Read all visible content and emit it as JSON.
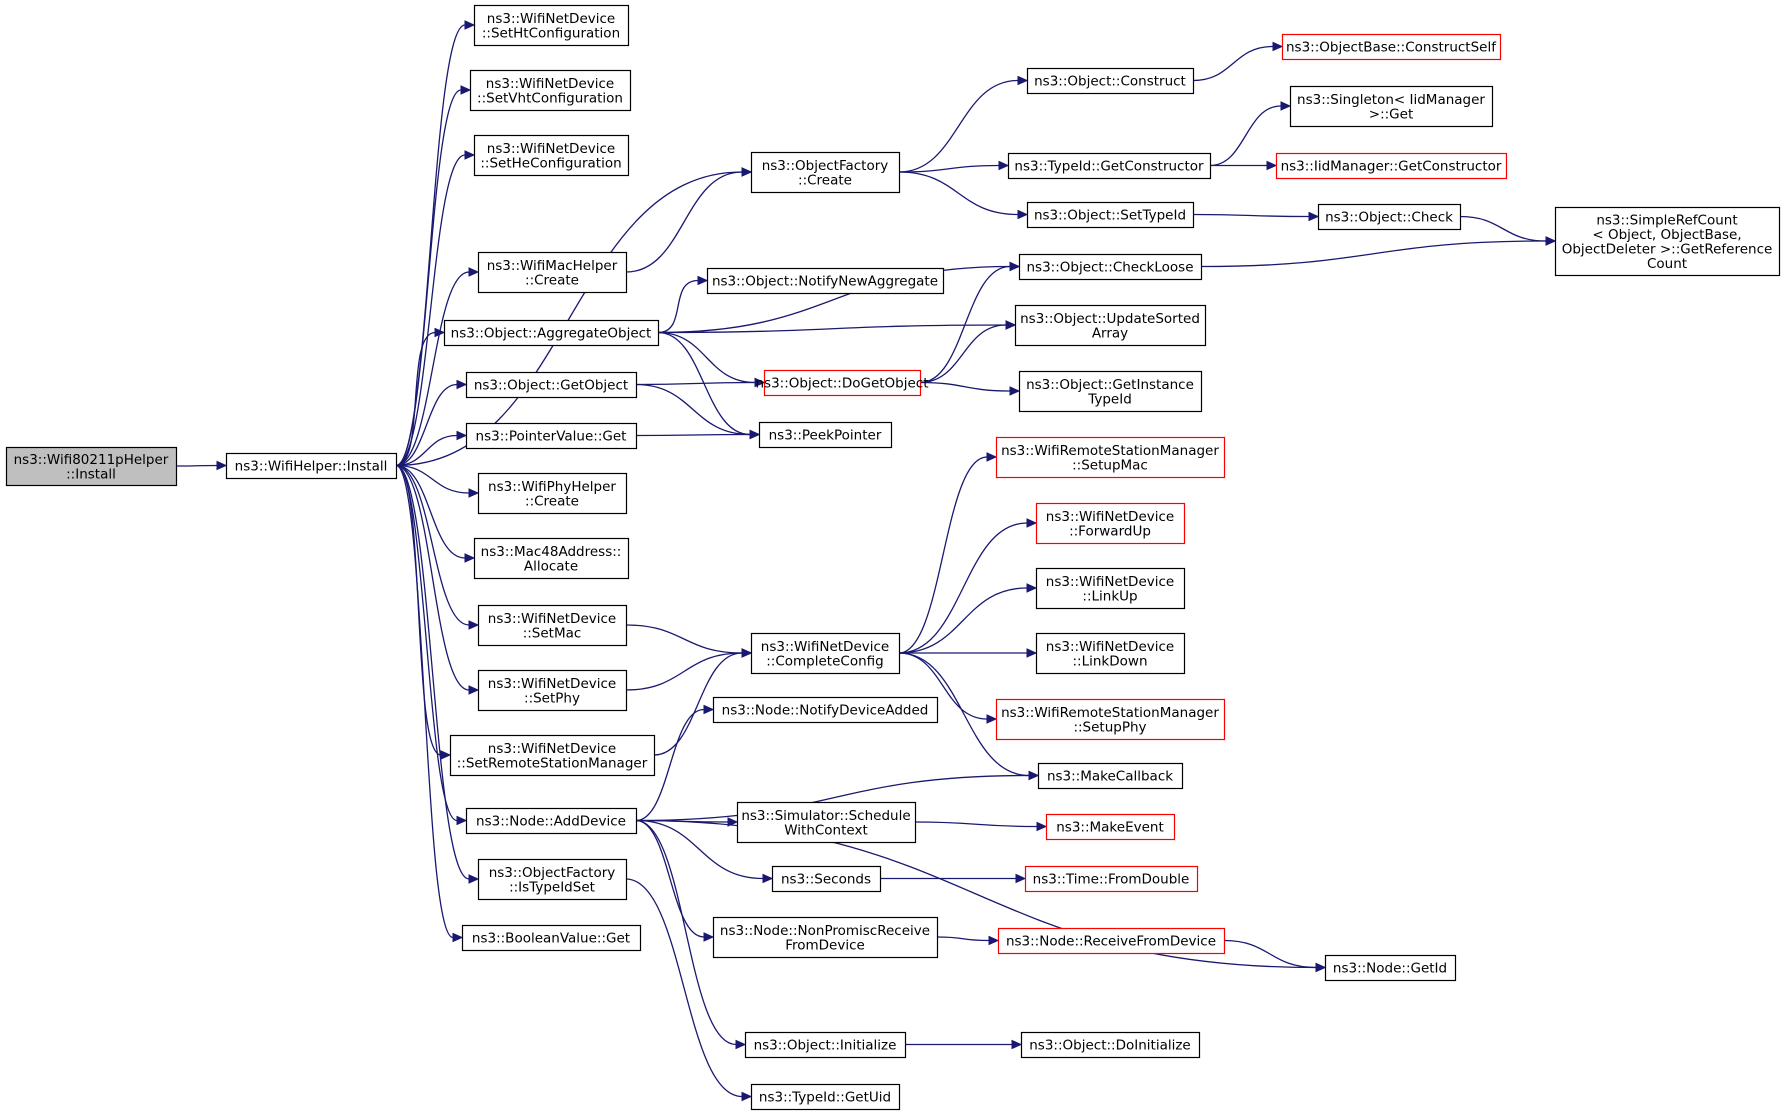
{
  "colors": {
    "edge": "#191970",
    "node_border": "#000000",
    "node_border_truncated": "#ff0000",
    "node_fill": "#ffffff",
    "root_fill": "#bfbfbf"
  },
  "nodes": [
    {
      "id": "root",
      "lines": [
        "ns3::Wifi80211pHelper",
        "::Install"
      ],
      "style": "root"
    },
    {
      "id": "wh_install",
      "lines": [
        "ns3::WifiHelper::Install"
      ],
      "style": "normal"
    },
    {
      "id": "setht",
      "lines": [
        "ns3::WifiNetDevice",
        "::SetHtConfiguration"
      ],
      "style": "normal"
    },
    {
      "id": "setvht",
      "lines": [
        "ns3::WifiNetDevice",
        "::SetVhtConfiguration"
      ],
      "style": "normal"
    },
    {
      "id": "sethe",
      "lines": [
        "ns3::WifiNetDevice",
        "::SetHeConfiguration"
      ],
      "style": "normal"
    },
    {
      "id": "wifimac_create",
      "lines": [
        "ns3::WifiMacHelper",
        "::Create"
      ],
      "style": "normal"
    },
    {
      "id": "aggregate",
      "lines": [
        "ns3::Object::AggregateObject"
      ],
      "style": "normal"
    },
    {
      "id": "getobject",
      "lines": [
        "ns3::Object::GetObject"
      ],
      "style": "normal"
    },
    {
      "id": "pointer_get",
      "lines": [
        "ns3::PointerValue::Get"
      ],
      "style": "normal"
    },
    {
      "id": "phy_create",
      "lines": [
        "ns3::WifiPhyHelper",
        "::Create"
      ],
      "style": "normal"
    },
    {
      "id": "mac48",
      "lines": [
        "ns3::Mac48Address::",
        "Allocate"
      ],
      "style": "normal"
    },
    {
      "id": "setmac",
      "lines": [
        "ns3::WifiNetDevice",
        "::SetMac"
      ],
      "style": "normal"
    },
    {
      "id": "setphy",
      "lines": [
        "ns3::WifiNetDevice",
        "::SetPhy"
      ],
      "style": "normal"
    },
    {
      "id": "setrsm",
      "lines": [
        "ns3::WifiNetDevice",
        "::SetRemoteStationManager"
      ],
      "style": "normal"
    },
    {
      "id": "adddevice",
      "lines": [
        "ns3::Node::AddDevice"
      ],
      "style": "normal"
    },
    {
      "id": "istypeidset",
      "lines": [
        "ns3::ObjectFactory",
        "::IsTypeIdSet"
      ],
      "style": "normal"
    },
    {
      "id": "boolget",
      "lines": [
        "ns3::BooleanValue::Get"
      ],
      "style": "normal"
    },
    {
      "id": "of_create",
      "lines": [
        "ns3::ObjectFactory",
        "::Create"
      ],
      "style": "normal"
    },
    {
      "id": "notifyagg",
      "lines": [
        "ns3::Object::NotifyNewAggregate"
      ],
      "style": "normal"
    },
    {
      "id": "dogetobject",
      "lines": [
        "ns3::Object::DoGetObject"
      ],
      "style": "truncated"
    },
    {
      "id": "peekpointer",
      "lines": [
        "ns3::PeekPointer"
      ],
      "style": "normal"
    },
    {
      "id": "completeconfig",
      "lines": [
        "ns3::WifiNetDevice",
        "::CompleteConfig"
      ],
      "style": "normal"
    },
    {
      "id": "notifydevadded",
      "lines": [
        "ns3::Node::NotifyDeviceAdded"
      ],
      "style": "normal"
    },
    {
      "id": "schedwctx",
      "lines": [
        "ns3::Simulator::Schedule",
        "WithContext"
      ],
      "style": "normal"
    },
    {
      "id": "seconds",
      "lines": [
        "ns3::Seconds"
      ],
      "style": "normal"
    },
    {
      "id": "nonpromisc",
      "lines": [
        "ns3::Node::NonPromiscReceive",
        "FromDevice"
      ],
      "style": "normal"
    },
    {
      "id": "obj_init",
      "lines": [
        "ns3::Object::Initialize"
      ],
      "style": "normal"
    },
    {
      "id": "getuid",
      "lines": [
        "ns3::TypeId::GetUid"
      ],
      "style": "normal"
    },
    {
      "id": "construct",
      "lines": [
        "ns3::Object::Construct"
      ],
      "style": "normal"
    },
    {
      "id": "getconstructor",
      "lines": [
        "ns3::TypeId::GetConstructor"
      ],
      "style": "normal"
    },
    {
      "id": "settypeid",
      "lines": [
        "ns3::Object::SetTypeId"
      ],
      "style": "normal"
    },
    {
      "id": "checkloose",
      "lines": [
        "ns3::Object::CheckLoose"
      ],
      "style": "normal"
    },
    {
      "id": "updatesorted",
      "lines": [
        "ns3::Object::UpdateSorted",
        "Array"
      ],
      "style": "normal"
    },
    {
      "id": "getinstancetid",
      "lines": [
        "ns3::Object::GetInstance",
        "TypeId"
      ],
      "style": "normal"
    },
    {
      "id": "rsm_setupmac",
      "lines": [
        "ns3::WifiRemoteStationManager",
        "::SetupMac"
      ],
      "style": "truncated"
    },
    {
      "id": "forwardup",
      "lines": [
        "ns3::WifiNetDevice",
        "::ForwardUp"
      ],
      "style": "truncated"
    },
    {
      "id": "linkup",
      "lines": [
        "ns3::WifiNetDevice",
        "::LinkUp"
      ],
      "style": "normal"
    },
    {
      "id": "linkdown",
      "lines": [
        "ns3::WifiNetDevice",
        "::LinkDown"
      ],
      "style": "normal"
    },
    {
      "id": "rsm_setupphy",
      "lines": [
        "ns3::WifiRemoteStationManager",
        "::SetupPhy"
      ],
      "style": "truncated"
    },
    {
      "id": "makecallback",
      "lines": [
        "ns3::MakeCallback"
      ],
      "style": "normal"
    },
    {
      "id": "makeevent",
      "lines": [
        "ns3::MakeEvent"
      ],
      "style": "truncated"
    },
    {
      "id": "fromdouble",
      "lines": [
        "ns3::Time::FromDouble"
      ],
      "style": "truncated"
    },
    {
      "id": "receivefromdev",
      "lines": [
        "ns3::Node::ReceiveFromDevice"
      ],
      "style": "truncated"
    },
    {
      "id": "doinitialize",
      "lines": [
        "ns3::Object::DoInitialize"
      ],
      "style": "normal"
    },
    {
      "id": "constructself",
      "lines": [
        "ns3::ObjectBase::ConstructSelf"
      ],
      "style": "truncated"
    },
    {
      "id": "singleton_get",
      "lines": [
        "ns3::Singleton< IidManager",
        ">::Get"
      ],
      "style": "normal"
    },
    {
      "id": "iid_getctor",
      "lines": [
        "ns3::IidManager::GetConstructor"
      ],
      "style": "truncated"
    },
    {
      "id": "obj_check",
      "lines": [
        "ns3::Object::Check"
      ],
      "style": "normal"
    },
    {
      "id": "getid",
      "lines": [
        "ns3::Node::GetId"
      ],
      "style": "normal"
    },
    {
      "id": "getrefcount",
      "lines": [
        "ns3::SimpleRefCount",
        "< Object, ObjectBase,",
        "ObjectDeleter >::GetReference",
        "Count"
      ],
      "style": "normal"
    }
  ],
  "edges": [
    [
      "root",
      "wh_install"
    ],
    [
      "wh_install",
      "setht"
    ],
    [
      "wh_install",
      "setvht"
    ],
    [
      "wh_install",
      "sethe"
    ],
    [
      "wh_install",
      "of_create"
    ],
    [
      "wh_install",
      "wifimac_create"
    ],
    [
      "wh_install",
      "aggregate"
    ],
    [
      "wh_install",
      "getobject"
    ],
    [
      "wh_install",
      "pointer_get"
    ],
    [
      "wh_install",
      "phy_create"
    ],
    [
      "wh_install",
      "mac48"
    ],
    [
      "wh_install",
      "setmac"
    ],
    [
      "wh_install",
      "setphy"
    ],
    [
      "wh_install",
      "setrsm"
    ],
    [
      "wh_install",
      "adddevice"
    ],
    [
      "wh_install",
      "istypeidset"
    ],
    [
      "wh_install",
      "boolget"
    ],
    [
      "wifimac_create",
      "of_create"
    ],
    [
      "aggregate",
      "checkloose"
    ],
    [
      "aggregate",
      "notifyagg"
    ],
    [
      "aggregate",
      "updatesorted"
    ],
    [
      "aggregate",
      "dogetobject"
    ],
    [
      "aggregate",
      "peekpointer"
    ],
    [
      "getobject",
      "dogetobject"
    ],
    [
      "getobject",
      "peekpointer"
    ],
    [
      "pointer_get",
      "peekpointer"
    ],
    [
      "dogetobject",
      "checkloose"
    ],
    [
      "dogetobject",
      "updatesorted"
    ],
    [
      "dogetobject",
      "getinstancetid"
    ],
    [
      "of_create",
      "construct"
    ],
    [
      "of_create",
      "getconstructor"
    ],
    [
      "of_create",
      "settypeid"
    ],
    [
      "construct",
      "constructself"
    ],
    [
      "getconstructor",
      "singleton_get"
    ],
    [
      "getconstructor",
      "iid_getctor"
    ],
    [
      "settypeid",
      "obj_check"
    ],
    [
      "obj_check",
      "getrefcount"
    ],
    [
      "checkloose",
      "getrefcount"
    ],
    [
      "setmac",
      "completeconfig"
    ],
    [
      "setphy",
      "completeconfig"
    ],
    [
      "setrsm",
      "completeconfig"
    ],
    [
      "completeconfig",
      "rsm_setupmac"
    ],
    [
      "completeconfig",
      "forwardup"
    ],
    [
      "completeconfig",
      "linkup"
    ],
    [
      "completeconfig",
      "linkdown"
    ],
    [
      "completeconfig",
      "rsm_setupphy"
    ],
    [
      "completeconfig",
      "makecallback"
    ],
    [
      "adddevice",
      "notifydevadded"
    ],
    [
      "adddevice",
      "makecallback"
    ],
    [
      "adddevice",
      "schedwctx"
    ],
    [
      "adddevice",
      "seconds"
    ],
    [
      "adddevice",
      "nonpromisc"
    ],
    [
      "adddevice",
      "getid"
    ],
    [
      "adddevice",
      "obj_init"
    ],
    [
      "istypeidset",
      "getuid"
    ],
    [
      "schedwctx",
      "makeevent"
    ],
    [
      "seconds",
      "fromdouble"
    ],
    [
      "nonpromisc",
      "receivefromdev"
    ],
    [
      "receivefromdev",
      "getid"
    ],
    [
      "obj_init",
      "doinitialize"
    ]
  ]
}
